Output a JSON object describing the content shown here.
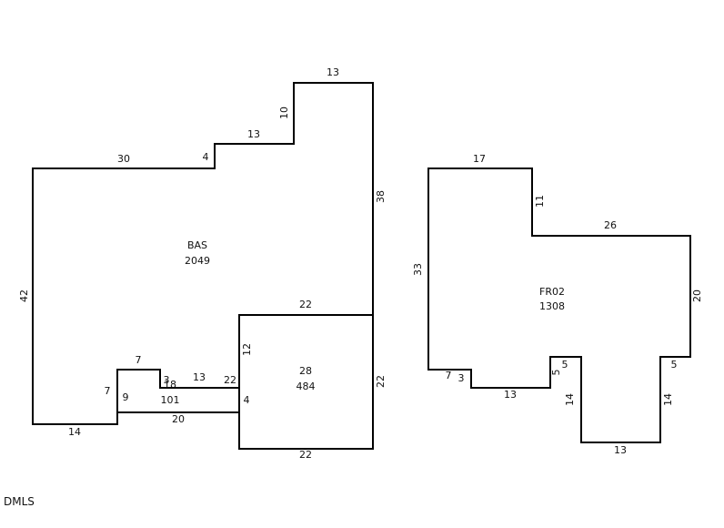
{
  "footer": "DMLS",
  "areas": [
    {
      "code": "BAS",
      "value": "2049"
    },
    {
      "code": "28",
      "value": "484"
    },
    {
      "code": "101",
      "value": ""
    },
    {
      "code": "FR02",
      "value": "1308"
    }
  ],
  "dims": {
    "bas": {
      "left": "42",
      "bottom": "14",
      "top_a": "30",
      "step_a": "4",
      "top_b": "13",
      "step_b": "10",
      "top_c": "13",
      "right": "38"
    },
    "notch": {
      "top": "7",
      "left": "7",
      "in_h": "3",
      "in_v": "18",
      "run": "13",
      "mid": "22",
      "lower": "9",
      "bottom": "20",
      "right_v": "4"
    },
    "garage": {
      "top": "22",
      "left": "12",
      "right": "22",
      "bottom": "22"
    },
    "fr": {
      "top": "17",
      "left": "33",
      "step_v": "11",
      "top_b": "26",
      "right": "20",
      "r_step": "5",
      "r_down": "14",
      "bottom": "13",
      "l_down": "14",
      "l_step": "5",
      "l_step_v": "5",
      "mid_bottom": "13",
      "small_v": "3",
      "small_h": "7"
    }
  }
}
